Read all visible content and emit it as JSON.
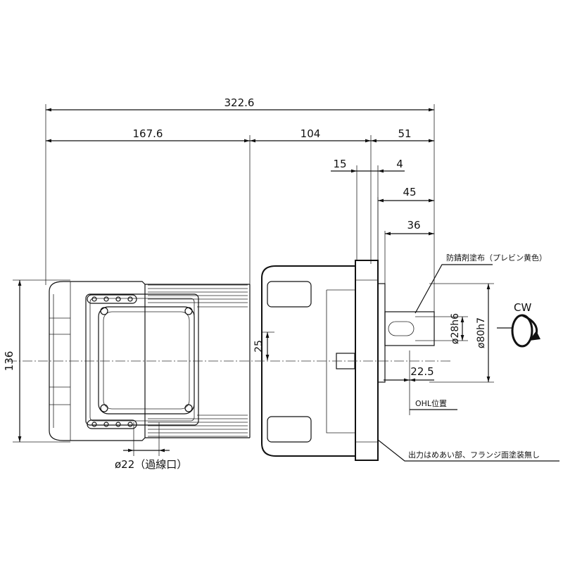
{
  "dimensions": {
    "overall": "322.6",
    "motor": "167.6",
    "gear": "104",
    "shaft": "51",
    "flange": "15",
    "offset_4": "4",
    "d45": "45",
    "d36": "36",
    "height": "136",
    "d25": "25",
    "shaft_dia": "ø28h6",
    "spigot_dia": "ø80h7",
    "d22_5": "22.5",
    "conduit": "ø22（過線口）"
  },
  "notes": {
    "rust_paint": "防錆剤塗布（プレビン黄色）",
    "ohl": "OHL位置",
    "output_flange": "出力はめあい部、フランジ面塗装無し"
  },
  "rotation": {
    "label": "CW"
  }
}
